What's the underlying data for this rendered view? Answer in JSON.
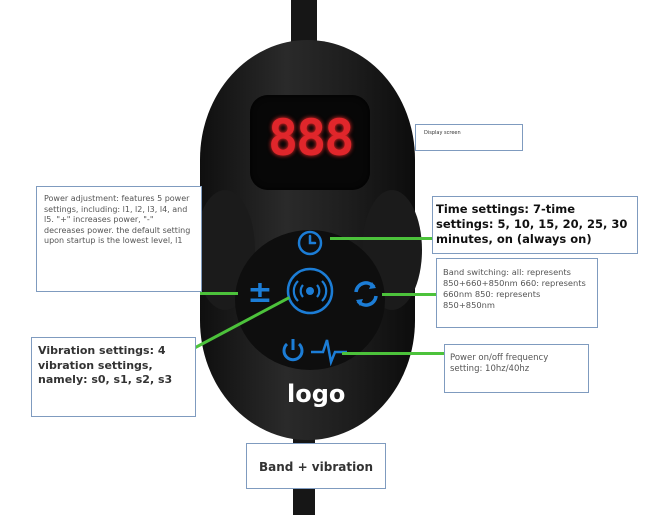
{
  "display": {
    "digits": "888"
  },
  "buttons": {
    "plus_minus": "±"
  },
  "logo": "logo",
  "annotations": {
    "display_screen": "Display screen",
    "power_adjustment": "Power adjustment: features 5 power settings, including: l1, l2, l3, l4, and l5. \"+\" increases power, \"-\" decreases power. the default setting upon startup is the lowest level, l1",
    "time_settings": "Time settings: 7-time settings: 5, 10, 15, 20, 25, 30 minutes, on (always on)",
    "band_switching": "Band switching: all: represents 850+660+850nm 660: represents 660nm 850: represents 850+850nm",
    "vibration_settings": "Vibration settings: 4 vibration settings, namely: s0, s1, s2, s3",
    "power_frequency": "Power on/off frequency setting: 10hz/40hz",
    "band_vibration": "Band + vibration"
  },
  "colors": {
    "accent": "#1c7dd6",
    "digit": "#e0262b",
    "line": "#4cc23b"
  }
}
